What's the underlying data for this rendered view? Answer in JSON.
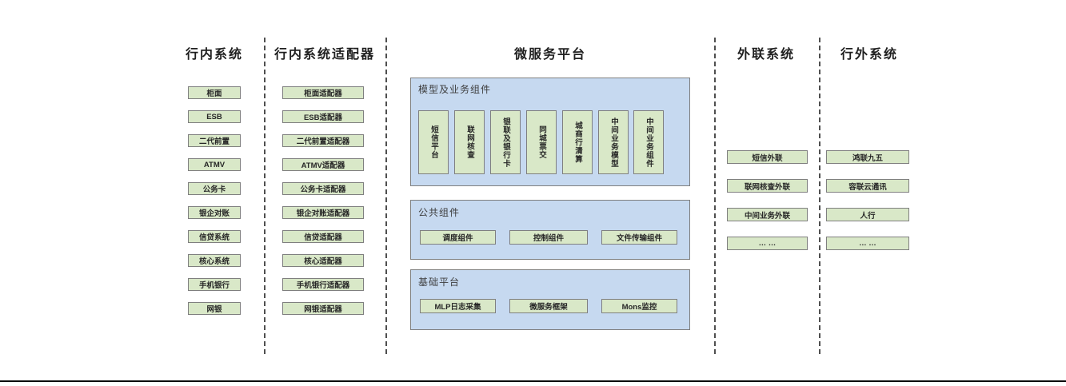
{
  "lanes": {
    "internal": {
      "title": "行内系统",
      "items": [
        "柜面",
        "ESB",
        "二代前置",
        "ATMV",
        "公务卡",
        "银企对账",
        "信贷系统",
        "核心系统",
        "手机银行",
        "网银"
      ]
    },
    "adapter": {
      "title": "行内系统适配器",
      "items": [
        "柜面适配器",
        "ESB适配器",
        "二代前置适配器",
        "ATMV适配器",
        "公务卡适配器",
        "银企对账适配器",
        "信贷适配器",
        "核心适配器",
        "手机银行适配器",
        "网银适配器"
      ]
    },
    "platform": {
      "title": "微服务平台",
      "model_section": {
        "label": "模型及业务组件",
        "items": [
          "短信平台",
          "联网核查",
          "银联及银行卡",
          "同城票交",
          "城商行清算",
          "中间业务模型",
          "中间业务组件"
        ]
      },
      "common_section": {
        "label": "公共组件",
        "items": [
          "调度组件",
          "控制组件",
          "文件传输组件"
        ]
      },
      "base_section": {
        "label": "基础平台",
        "items": [
          "MLP日志采集",
          "微服务框架",
          "Mons监控"
        ]
      }
    },
    "outreach": {
      "title": "外联系统",
      "items": [
        "短信外联",
        "联网核查外联",
        "中间业务外联",
        "… …"
      ]
    },
    "external": {
      "title": "行外系统",
      "items": [
        "鸿联九五",
        "容联云通讯",
        "人行",
        "… …"
      ]
    }
  },
  "colors": {
    "box_green": "#d9e8c8",
    "box_blue": "#c6d9f0",
    "border_gray": "#7f7f7f",
    "divider_gray": "#4f4f4f",
    "bottom_rule": "#000000"
  }
}
